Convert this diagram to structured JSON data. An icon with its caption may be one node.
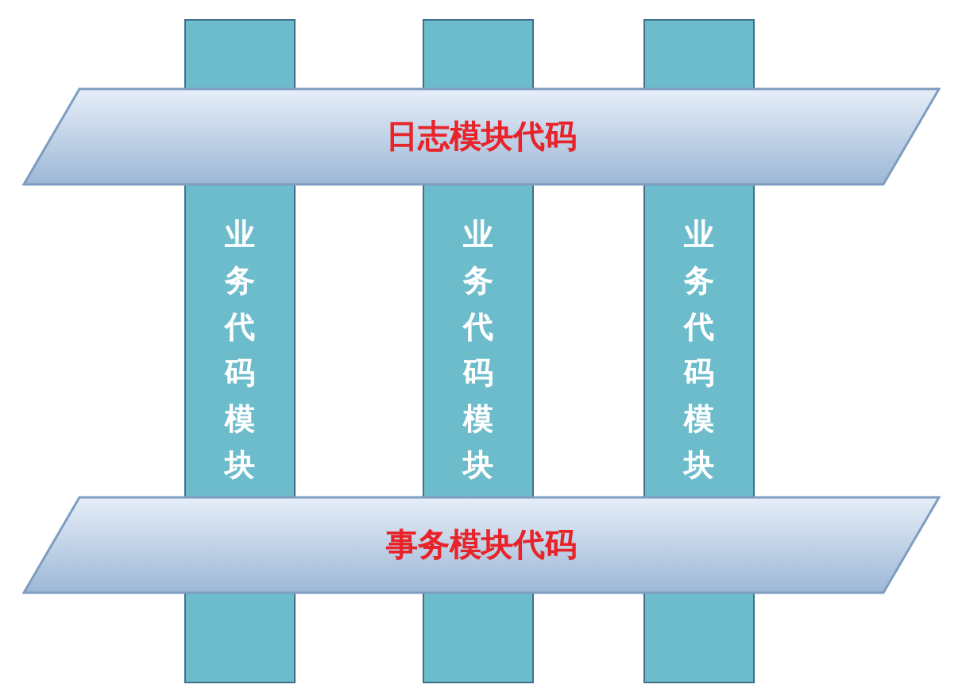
{
  "diagram": {
    "nodes": [
      {
        "text": [
          "日志模块代码"
        ]
      },
      {
        "text": [
          "业务代码模块"
        ]
      },
      {
        "text": [
          "业务代码模块"
        ]
      },
      {
        "text": [
          "业务代码模块"
        ]
      },
      {
        "text": [
          "事务模块代码"
        ]
      }
    ]
  }
}
